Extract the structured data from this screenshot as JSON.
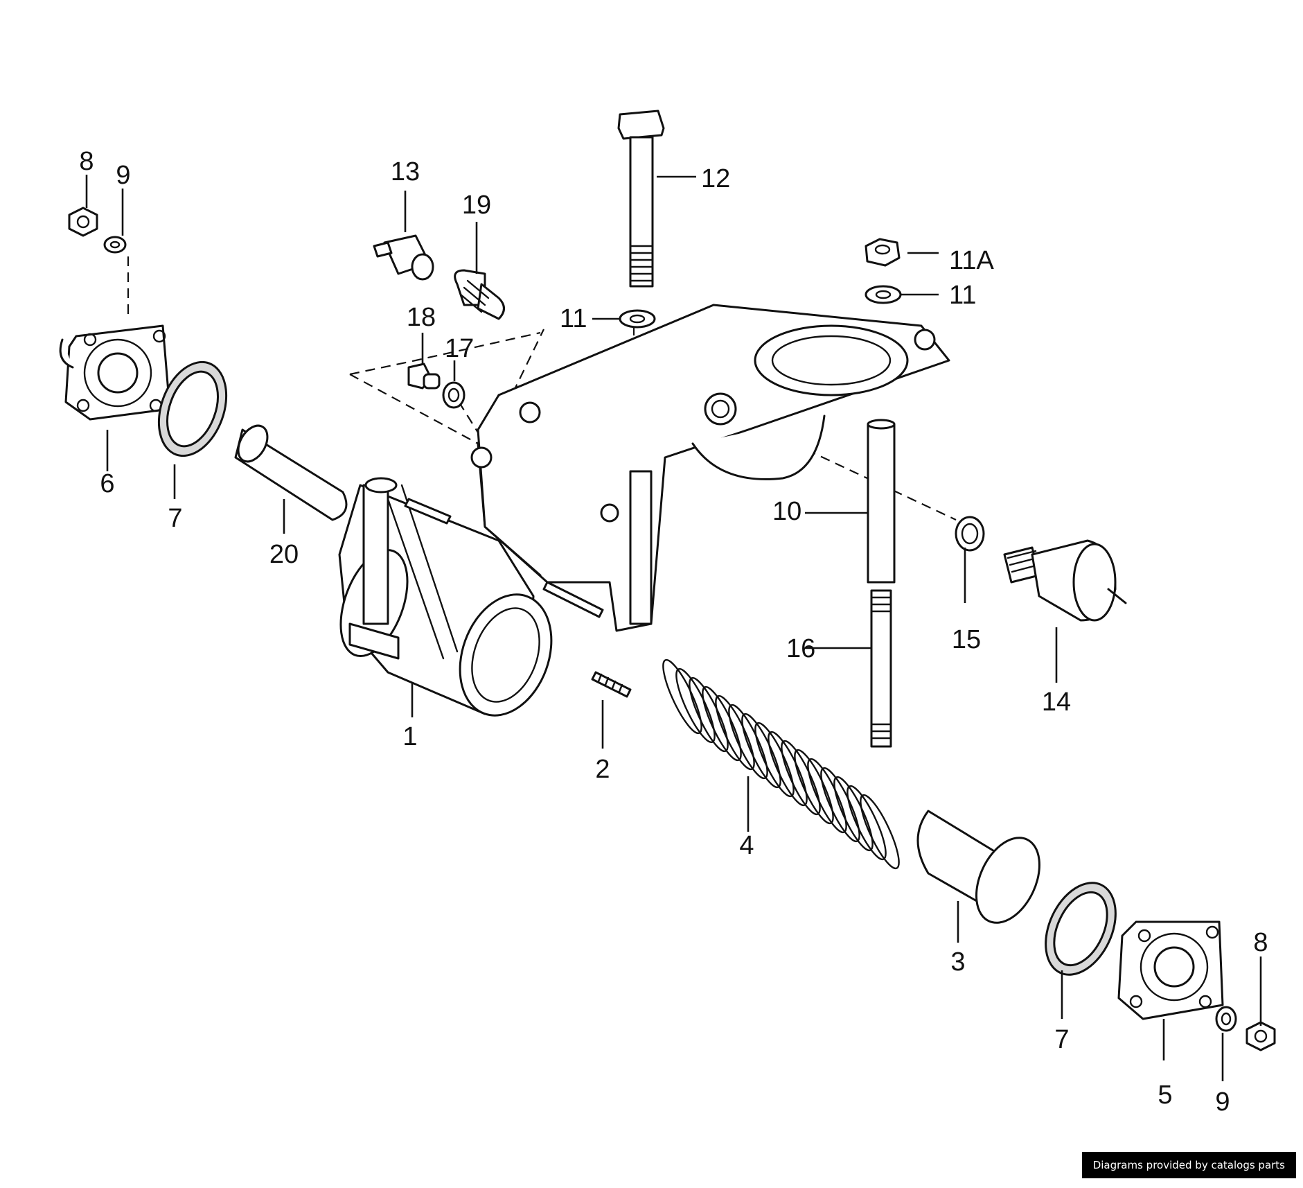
{
  "diagram": {
    "callouts": {
      "c1": "1",
      "c2": "2",
      "c3": "3",
      "c4": "4",
      "c5": "5",
      "c6": "6",
      "c7a": "7",
      "c7b": "7",
      "c8a": "8",
      "c8b": "8",
      "c9a": "9",
      "c9b": "9",
      "c10": "10",
      "c11a": "11",
      "c11b": "11",
      "c11A": "11A",
      "c12": "12",
      "c13": "13",
      "c14": "14",
      "c15": "15",
      "c16": "16",
      "c17": "17",
      "c18": "18",
      "c19": "19",
      "c20": "20"
    }
  },
  "footer": {
    "credit": "Diagrams provided by catalogs parts"
  }
}
